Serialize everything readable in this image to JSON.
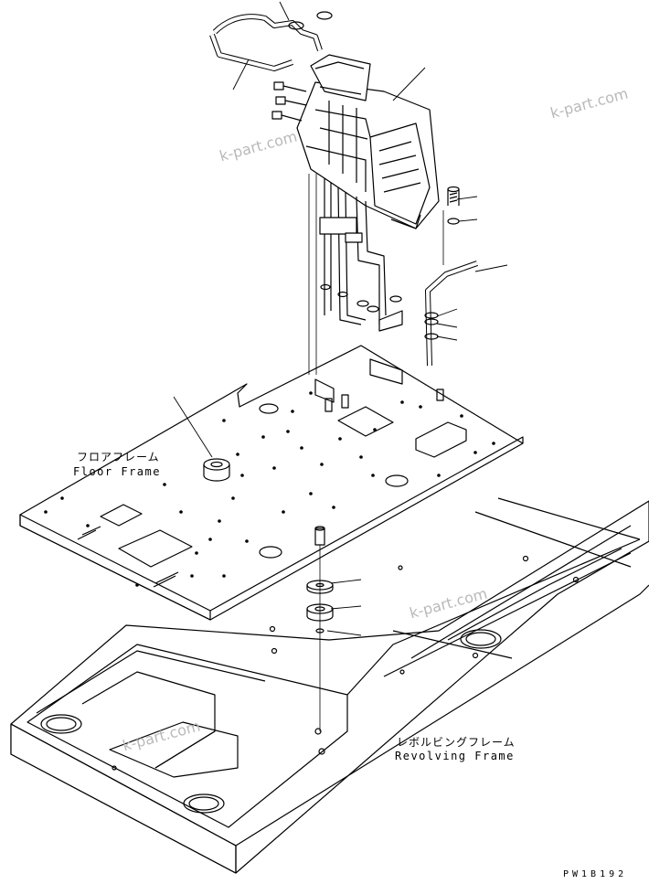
{
  "labels": {
    "floor_frame_jp": "フロアフレーム",
    "floor_frame_en": "Floor Frame",
    "revolving_frame_jp": "レボルビングフレーム",
    "revolving_frame_en": "Revolving Frame"
  },
  "watermarks": [
    "k-part.com",
    "k-part.com",
    "k-part.com",
    "k-part.com"
  ],
  "drawing_code": "PW1B192",
  "colors": {
    "ink": "#000000",
    "watermark": "#b9b9b9",
    "paper": "#ffffff"
  }
}
